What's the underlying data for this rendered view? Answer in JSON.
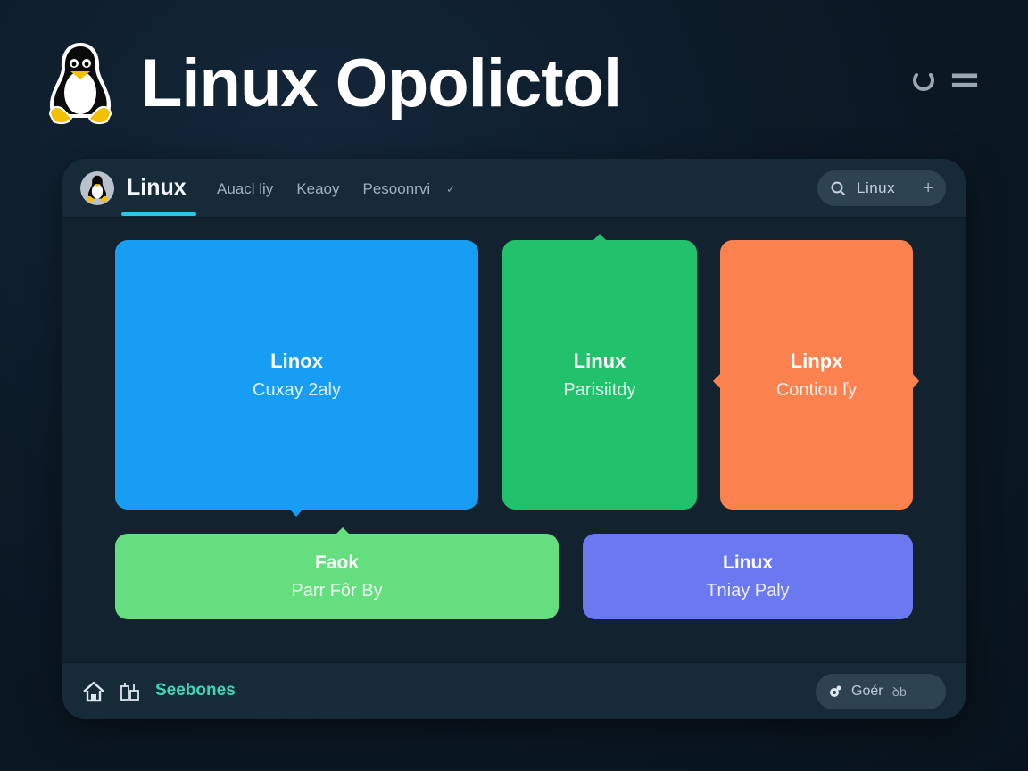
{
  "app": {
    "title": "Linux Opolictol",
    "logo_icon": "tux-penguin-icon",
    "actions": [
      {
        "name": "refresh",
        "icon": "refresh-icon"
      },
      {
        "name": "menu",
        "icon": "hamburger-menu-icon"
      }
    ]
  },
  "topbar": {
    "brand": "Linux",
    "avatar_icon": "tux-penguin-icon",
    "nav": [
      {
        "label": "Auacl liy"
      },
      {
        "label": "Keaoy"
      },
      {
        "label": "Pesoonrvi"
      }
    ],
    "nav_caret": "✓",
    "search": {
      "value": "Linux",
      "icon": "search-icon",
      "action_icon": "plus-icon"
    }
  },
  "tiles": [
    {
      "title": "Linox",
      "subtitle": "Cuxay 2aly",
      "color": "#189df5"
    },
    {
      "title": "Linux",
      "subtitle": "Parisiitdy",
      "color": "#22c16c"
    },
    {
      "title": "Linpx",
      "subtitle": "Contiou ľy",
      "color": "#fb824f"
    },
    {
      "title": "Faok",
      "subtitle": "Parr Fôr By",
      "color": "#65de7f"
    },
    {
      "title": "Linux",
      "subtitle": "Tniay Paly",
      "color": "#6b79f1"
    }
  ],
  "bottombar": {
    "home_icon": "home-icon",
    "apps_icon": "apps-icon",
    "label": "Seebones",
    "label_color": "#3fd6b7",
    "go_pill": {
      "label": "Goér",
      "icon": "settings-icon",
      "tail": "ꝺb"
    }
  },
  "colors": {
    "accent_underline": "#2bc4ea",
    "background": "#0c1a27",
    "panel": "#13222f"
  }
}
